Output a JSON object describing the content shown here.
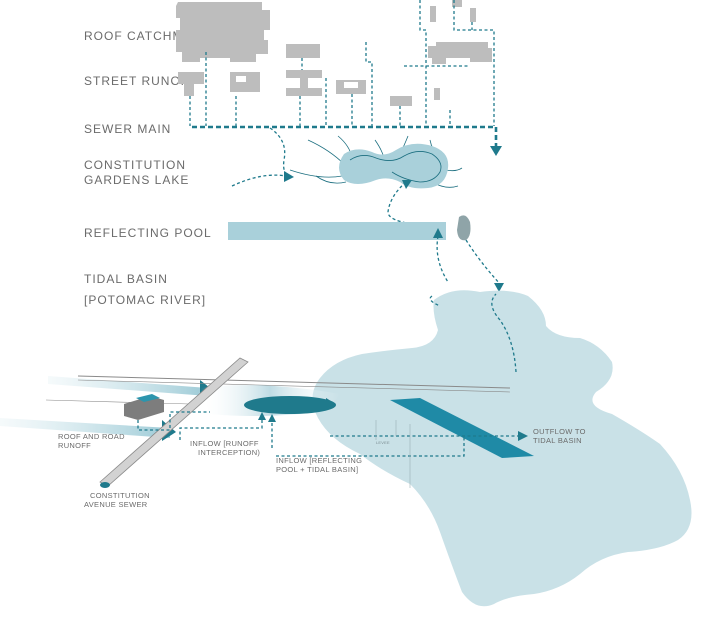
{
  "labels": {
    "roof_catchment": "ROOF CATCHMENT",
    "street_runoff": "STREET RUNOFF",
    "sewer_main": "SEWER MAIN",
    "lake_line1": "CONSTITUTION",
    "lake_line2": "GARDENS LAKE",
    "reflecting_pool": "REFLECTING POOL",
    "tidal_basin": "TIDAL BASIN",
    "potomac_river": "[POTOMAC RIVER]"
  },
  "section": {
    "roof_road_line1": "ROOF AND ROAD",
    "roof_road_line2": "RUNOFF",
    "sewer_line1": "CONSTITUTION",
    "sewer_line2": "AVENUE SEWER",
    "inflow_runoff_line1": "INFLOW [RUNOFF",
    "inflow_runoff_line2": "INTERCEPTION)",
    "inflow_pool_line1": "INFLOW [REFLECTING",
    "inflow_pool_line2": "POOL + TIDAL BASIN]",
    "outflow_line1": "OUTFLOW TO",
    "outflow_line2": "TIDAL BASIN",
    "levee": "LEVEE"
  },
  "colors": {
    "water_light": "#c9e1e7",
    "water_mid": "#a9d0da",
    "water_dark": "#1f7a8c",
    "building_gray": "#bdbdbd",
    "label_gray": "#6b6b6b"
  }
}
